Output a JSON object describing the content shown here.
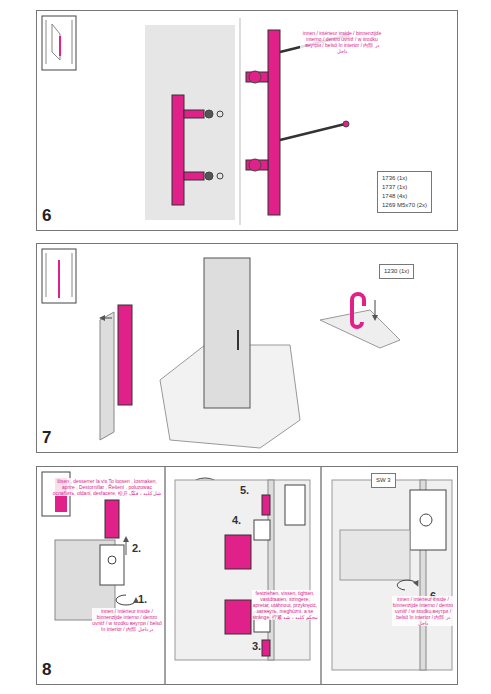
{
  "diagram": {
    "nodes": [
      {
        "text": [
          "6"
        ]
      },
      {
        "text": [
          "1736 (1x)",
          "1737 (1x)",
          "1748 (4x)",
          "1269 M5x70 (2x)"
        ],
        "in": 0
      },
      {
        "text": [
          "7"
        ]
      },
      {
        "text": [
          "1230 (1x)"
        ],
        "in": 2
      },
      {
        "text": [
          "8"
        ]
      },
      {
        "text": [
          "SW 3"
        ],
        "in": 4
      }
    ],
    "labels": [
      "innen / intérieur inside / binnenzijde interno / dentro uvnitř / w środku внутри / belső în interior / 内部 در داخل",
      "lösen , desserrer la vis To loosen , losmaken, aprire , Destornillar , Řešení , poluzowac ocлабить, oldani, desfacere, 松开 شل کلید ، فکگ",
      "2.",
      "1.",
      "innen / intérieur inside / binnenzijde interno / dentro uvnitř / w środku внутри / belső în interior / 内部 در داخل",
      "5.",
      "4.",
      "3.",
      "festziehen, vissen, tighten, vastdraaien, stringere, apretar, utáhnout, przykręcić, затянуть, meghúzni, a se strânge, 拧紧 محکم کلید ، شد",
      "6.",
      "innen / intérieur inside / binnenzijde interno / dentro uvnitř / w środku внутри / belső în interior / 内部 در داخل"
    ]
  }
}
